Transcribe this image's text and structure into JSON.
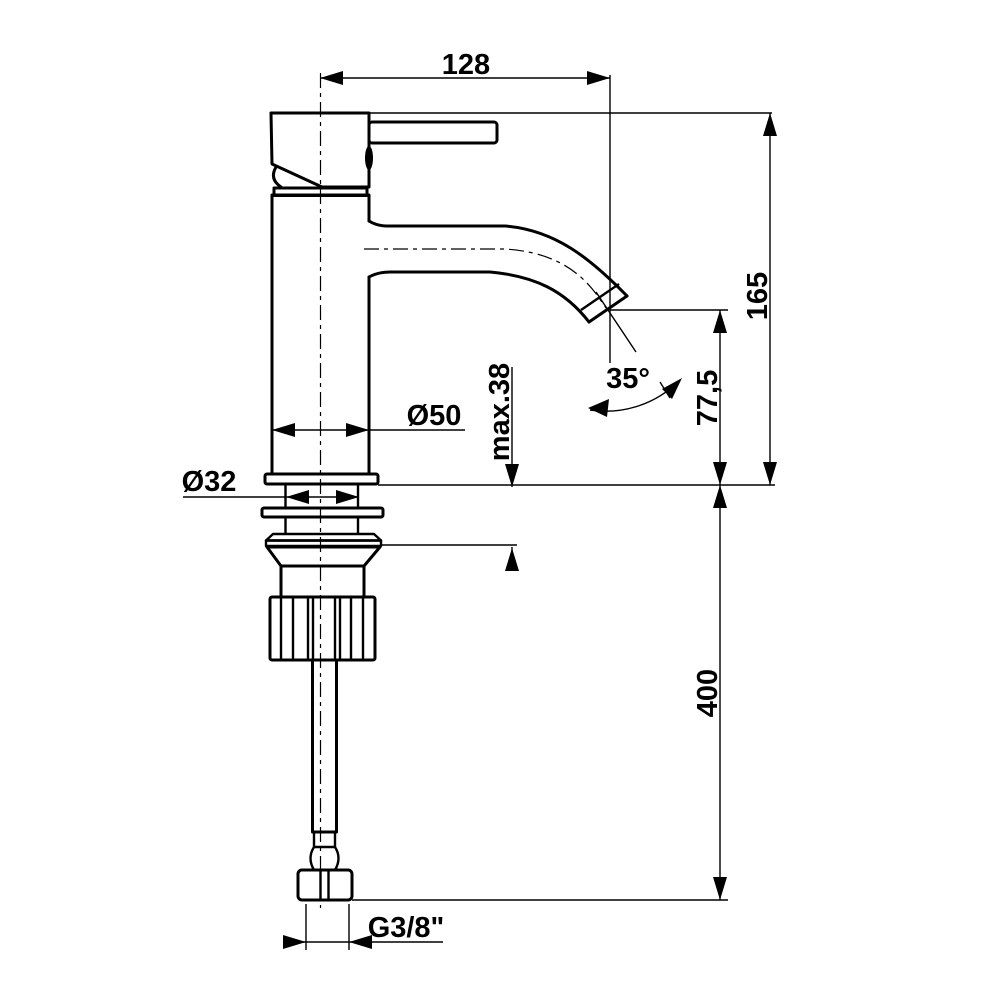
{
  "drawing": {
    "type": "technical-dimension-drawing",
    "subject": "single-lever basin mixer tap, side view with installation dimensions",
    "background_color": "#ffffff",
    "line_color": "#000000"
  },
  "dimensions": {
    "spout_reach": "128",
    "total_height": "165",
    "outlet_height": "77,5",
    "spout_angle": "35°",
    "body_diameter": "Ø50",
    "tailpiece_diameter": "Ø32",
    "max_deck_thickness": "max.38",
    "hose_length": "400",
    "thread_size": "G3/8\""
  }
}
